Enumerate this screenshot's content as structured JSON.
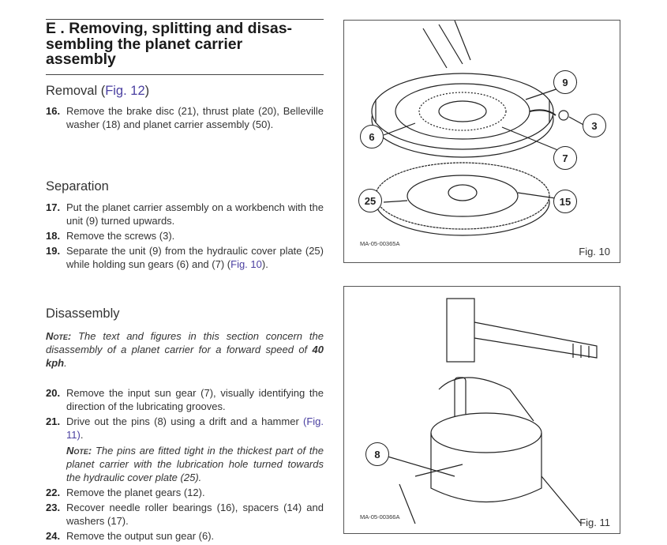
{
  "section_title": "E . Removing, splitting and disas-sembling the planet carrier assembly",
  "title_lines": [
    "E . Removing, splitting and disas-",
    "sembling the planet carrier",
    "assembly"
  ],
  "removal": {
    "heading": "Removal (",
    "link": "Fig. 12",
    "close": ")",
    "items": [
      {
        "num": "16.",
        "text": "Remove the brake disc (21), thrust plate (20), Belleville washer (18) and planet carrier assembly (50)."
      }
    ]
  },
  "separation": {
    "heading": "Separation",
    "items": [
      {
        "num": "17.",
        "text": "Put the planet carrier assembly on a workbench with the unit (9) turned upwards."
      },
      {
        "num": "18.",
        "text": "Remove the screws (3)."
      },
      {
        "num": "19.",
        "text": "Separate the unit (9) from the hydraulic cover plate (25) while holding sun gears (6) and (7) ",
        "link": "Fig. 10"
      }
    ]
  },
  "disassembly": {
    "heading": "Disassembly",
    "note_label": "Note:",
    "note_text": "The text and figures in this section concern the disassembly of a planet carrier for a forward speed of ",
    "note_bold": "40 kph",
    "note_end": ".",
    "items": [
      {
        "num": "20.",
        "text": "Remove the input sun gear (7), visually identifying the direction of the lubricating grooves."
      },
      {
        "num": "21.",
        "text": "Drive out the pins (8) using a drift and a hammer ",
        "link": "Fig. 11",
        "note_label": "Note:",
        "note_text": "The pins are fitted tight in the thickest part of the planet carrier with the lubrication hole turned towards the hydraulic cover plate (25)."
      },
      {
        "num": "22.",
        "text": "Remove the planet gears (12)."
      },
      {
        "num": "23.",
        "text": "Recover needle roller bearings (16), spacers (14) and washers (17)."
      },
      {
        "num": "24.",
        "text": "Remove the output sun gear (6)."
      }
    ]
  },
  "fig10": {
    "caption": "Fig. 10",
    "code": "MA-05-00365A",
    "callouts": [
      "9",
      "3",
      "6",
      "7",
      "25",
      "15"
    ]
  },
  "fig11": {
    "caption": "Fig. 11",
    "code": "MA-05-00366A",
    "callouts": [
      "8"
    ]
  }
}
